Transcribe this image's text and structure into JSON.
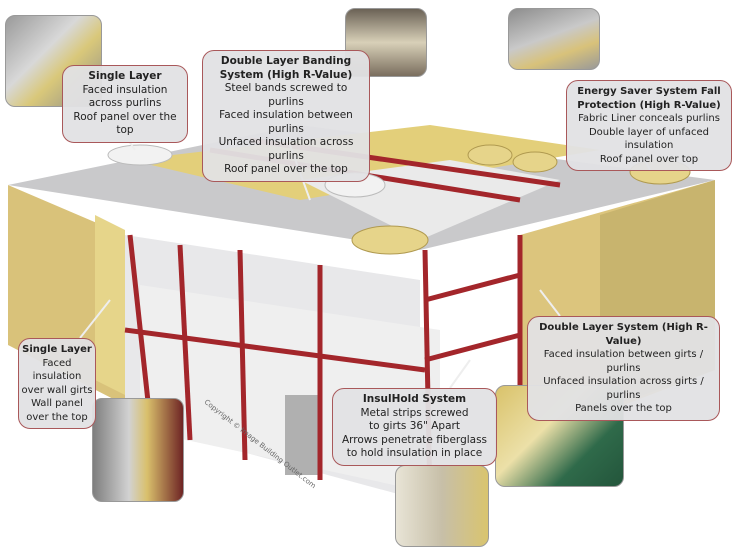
{
  "callouts": {
    "roof_single": {
      "title": "Single Layer",
      "lines": [
        "Faced insulation",
        "across purlins",
        "Roof panel over the top"
      ]
    },
    "banding": {
      "title": "Double Layer Banding System (High R-Value)",
      "lines": [
        "Steel bands screwed to purlins",
        "Faced insulation between purlins",
        "Unfaced insulation across purlins",
        "Roof panel over the top"
      ]
    },
    "energy_saver": {
      "title": "Energy Saver System Fall Protection (High R-Value)",
      "lines": [
        "Fabric Liner conceals purlins",
        "Double layer of unfaced insulation",
        "Roof panel over top"
      ]
    },
    "wall_single": {
      "title": "Single Layer",
      "lines": [
        "Faced insulation",
        "over wall girts",
        "Wall panel",
        "over the top"
      ]
    },
    "insulhold": {
      "title": "InsulHold System",
      "lines": [
        "Metal strips screwed",
        "to girts 36\" Apart",
        "Arrows penetrate fiberglass",
        "to hold insulation in place"
      ]
    },
    "double_layer": {
      "title": "Double Layer System (High R-Value)",
      "lines": [
        "Faced insulation between girts / purlins",
        "Unfaced insulation across girts / purlins",
        "Panels over the top"
      ]
    }
  },
  "watermark": "Copyright © Image Building Outlet.com",
  "colors": {
    "steel": "#a3262b",
    "insulation": "#e3cf7a",
    "panel": "#b9b9b9",
    "callout_border": "#a9585a"
  }
}
